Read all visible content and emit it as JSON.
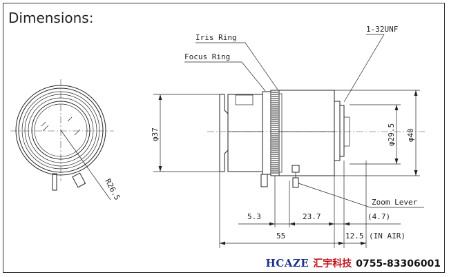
{
  "heading": "Dimensions:",
  "labels": {
    "iris_ring": "Iris Ring",
    "focus_ring": "Focus Ring",
    "mount": "1-32UNF",
    "zoom_lever": "Zoom Lever",
    "radius": "R26.5"
  },
  "dimensions": {
    "body_diameter": "φ37",
    "rear_diameter": "φ29.5",
    "max_diameter": "φ40",
    "d_5_3": "5.3",
    "d_23_7": "23.7",
    "d_4_7": "(4.7)",
    "d_55": "55",
    "d_12_5": "12.5",
    "in_air": "(IN AIR)"
  },
  "brand": {
    "logo": "HCAZE",
    "name_cn": "汇宇科技",
    "phone": "0755-83306001"
  },
  "colors": {
    "logo": "#1a2f8a",
    "name_cn": "#c0141c",
    "line": "#222222"
  }
}
